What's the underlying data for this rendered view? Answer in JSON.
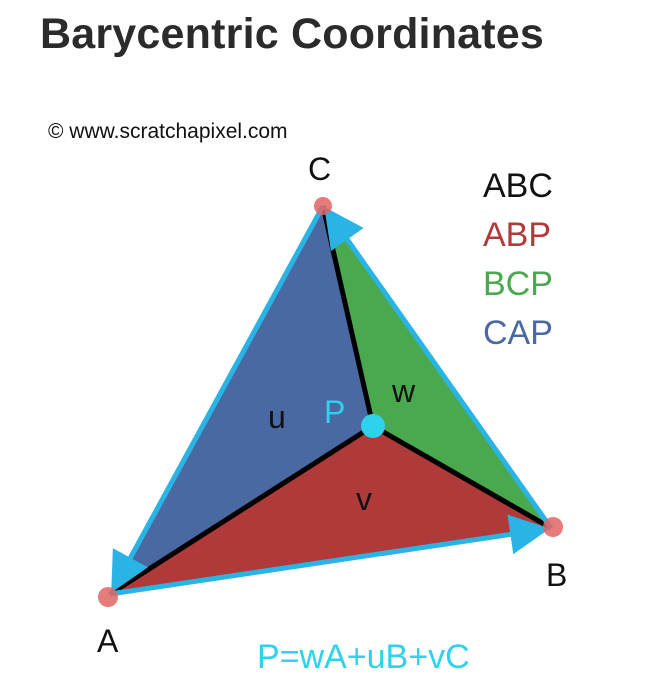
{
  "title": "Barycentric Coordinates",
  "copyright": "© www.scratchapixel.com",
  "vertices": {
    "a": "A",
    "b": "B",
    "c": "C",
    "p": "P"
  },
  "weights": {
    "u": "u",
    "v": "v",
    "w": "w"
  },
  "legend": [
    {
      "label": "ABC",
      "color": "#111111"
    },
    {
      "label": "ABP",
      "color": "#b03a3a"
    },
    {
      "label": "BCP",
      "color": "#4aa84f"
    },
    {
      "label": "CAP",
      "color": "#4a69a3"
    }
  ],
  "formula": "P=wA+uB+vC",
  "colors": {
    "cap_fill": "#4a69a3",
    "abp_fill": "#b03a3a",
    "bcp_fill": "#4aa84f",
    "edge": "#2ab4e6",
    "vertex_dot": "#e06464",
    "point_p": "#2fd2ec",
    "inner_line": "#000000"
  }
}
